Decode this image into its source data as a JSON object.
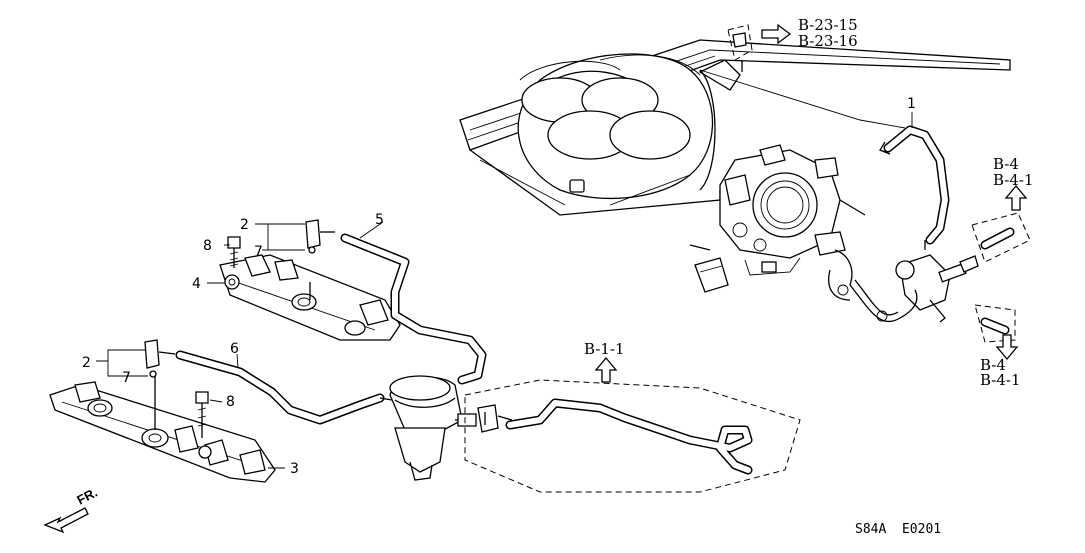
{
  "callouts": {
    "c1": "1",
    "c2a": "2",
    "c2b": "2",
    "c3": "3",
    "c4": "4",
    "c5": "5",
    "c6": "6",
    "c7a": "7",
    "c7b": "7",
    "c8a": "8",
    "c8b": "8"
  },
  "refs": {
    "b23_15": "B-23-15",
    "b23_16": "B-23-16",
    "b4_top": "B-4",
    "b41_top": "B-4-1",
    "b4_bot": "B-4",
    "b41_bot": "B-4-1",
    "b11": "B-1-1"
  },
  "direction": "FR.",
  "diagram_code": "S84A  E0201"
}
